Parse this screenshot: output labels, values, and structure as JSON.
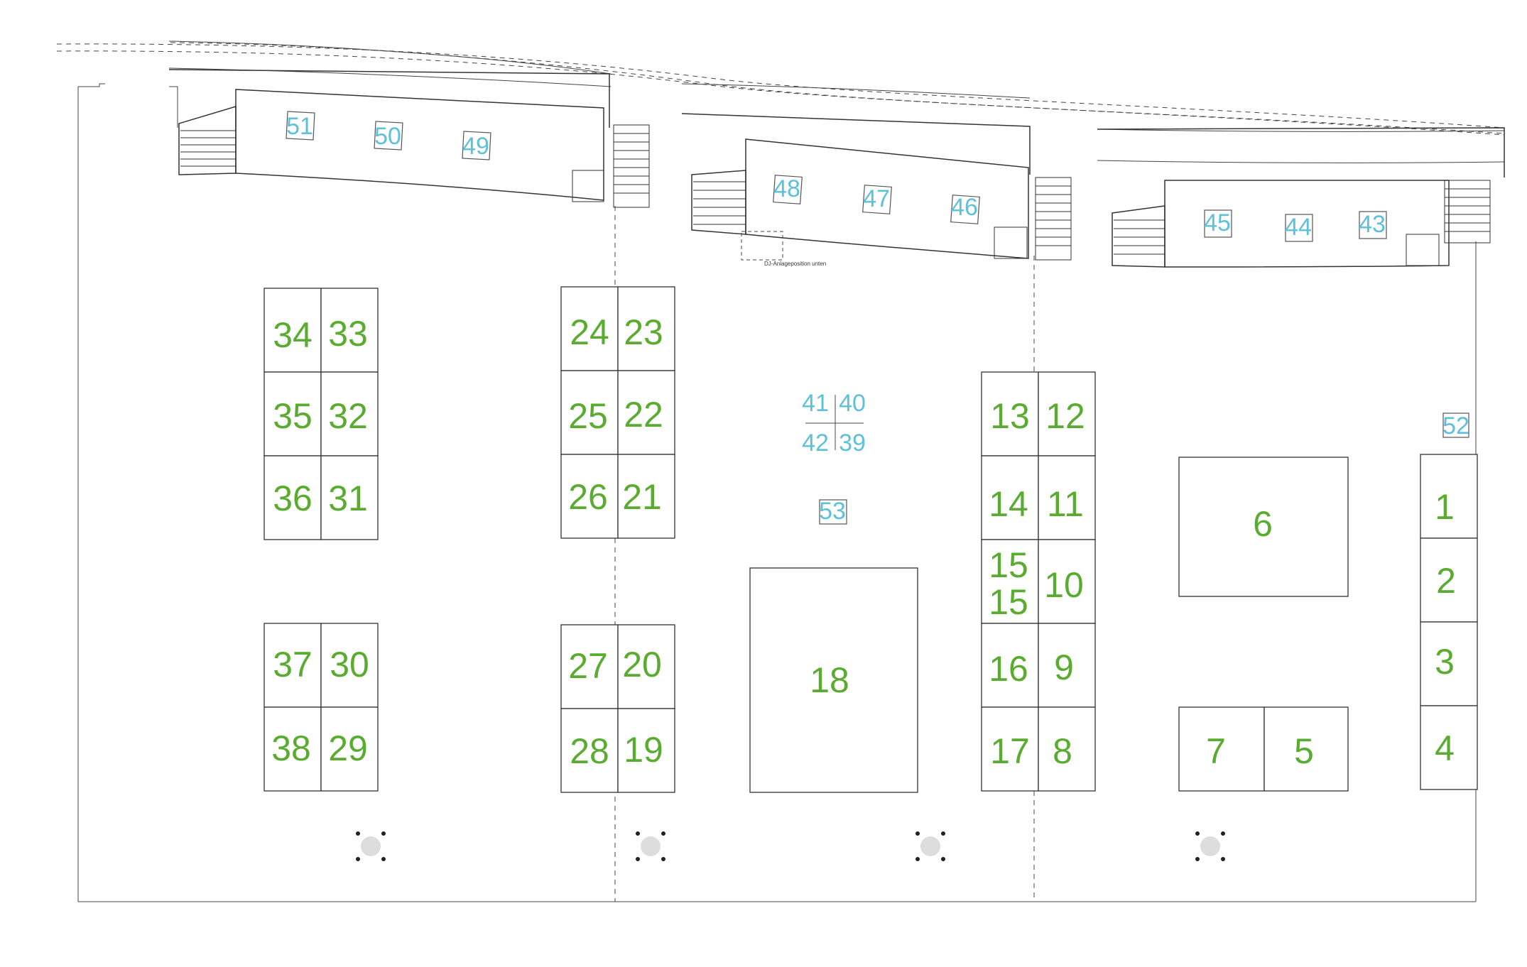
{
  "floorplan": {
    "booths_green": [
      "34",
      "33",
      "35",
      "32",
      "36",
      "31",
      "37",
      "30",
      "38",
      "29",
      "24",
      "23",
      "25",
      "22",
      "26",
      "21",
      "27",
      "20",
      "28",
      "19",
      "18",
      "13",
      "12",
      "14",
      "11",
      "15",
      "10",
      "16",
      "9",
      "17",
      "8",
      "6",
      "7",
      "5",
      "1",
      "2",
      "3",
      "4"
    ],
    "booths_blue": [
      "51",
      "50",
      "49",
      "48",
      "47",
      "46",
      "45",
      "44",
      "43",
      "41",
      "40",
      "42",
      "39",
      "53",
      "52"
    ],
    "stacked_booth": {
      "top": "15",
      "bottom": "15"
    },
    "stage_note": "DJ-Anlageposition unten"
  },
  "colors": {
    "green_label": "#5aac30",
    "blue_label": "#5ec1d9",
    "lines": "#333333"
  }
}
